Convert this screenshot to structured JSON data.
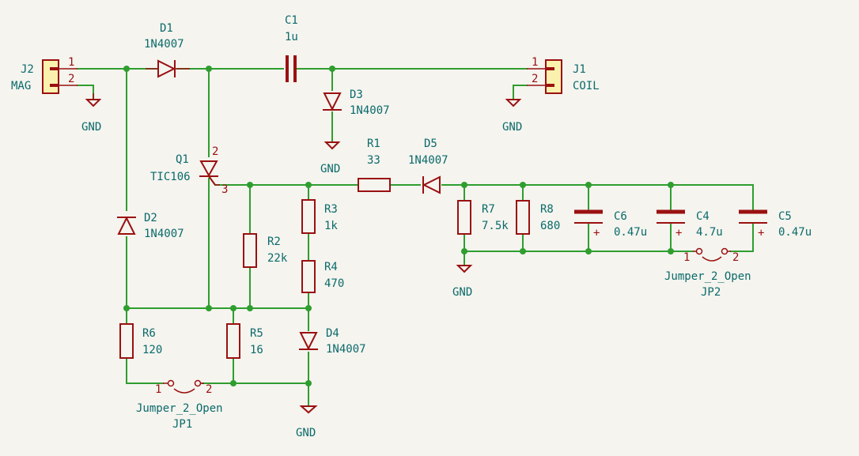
{
  "colors": {
    "wire": "#2f9e2f",
    "component": "#9a1010",
    "label": "#0a6a6a",
    "connector_fill": "#fbf1ae",
    "background": "#f5f4ef"
  },
  "parts": {
    "J2": {
      "ref": "J2",
      "val": "MAG"
    },
    "J1": {
      "ref": "J1",
      "val": "COIL"
    },
    "D1": {
      "ref": "D1",
      "val": "1N4007"
    },
    "D2": {
      "ref": "D2",
      "val": "1N4007"
    },
    "D3": {
      "ref": "D3",
      "val": "1N4007"
    },
    "D4": {
      "ref": "D4",
      "val": "1N4007"
    },
    "D5": {
      "ref": "D5",
      "val": "1N4007"
    },
    "C1": {
      "ref": "C1",
      "val": "1u"
    },
    "C4": {
      "ref": "C4",
      "val": "4.7u"
    },
    "C5": {
      "ref": "C5",
      "val": "0.47u"
    },
    "C6": {
      "ref": "C6",
      "val": "0.47u"
    },
    "Q1": {
      "ref": "Q1",
      "val": "TIC106"
    },
    "R1": {
      "ref": "R1",
      "val": "33"
    },
    "R2": {
      "ref": "R2",
      "val": "22k"
    },
    "R3": {
      "ref": "R3",
      "val": "1k"
    },
    "R4": {
      "ref": "R4",
      "val": "470"
    },
    "R5": {
      "ref": "R5",
      "val": "16"
    },
    "R6": {
      "ref": "R6",
      "val": "120"
    },
    "R7": {
      "ref": "R7",
      "val": "7.5k"
    },
    "R8": {
      "ref": "R8",
      "val": "680"
    },
    "JP1": {
      "ref": "JP1",
      "val": "Jumper_2_Open"
    },
    "JP2": {
      "ref": "JP2",
      "val": "Jumper_2_Open"
    }
  },
  "net": {
    "gnd": "GND"
  },
  "pins": {
    "p1": "1",
    "p2": "2",
    "p3": "3"
  }
}
